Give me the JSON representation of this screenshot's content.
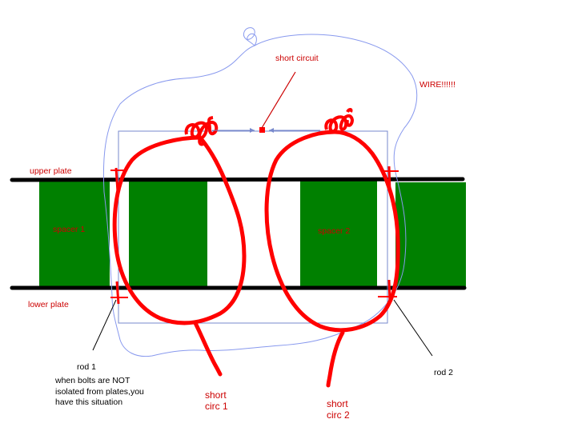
{
  "labels": {
    "upper_plate": "upper plate",
    "lower_plate": "lower plate",
    "spacer_1": "spacer 1",
    "spacer_2": "spacer 2",
    "short_circuit": "short circuit",
    "wire": "WIRE!!!!!!",
    "rod_1": "rod 1",
    "rod_2": "rod 2",
    "note_line_1": "when bolts are NOT",
    "note_line_2": "isolated from plates,you",
    "note_line_3": "have this situation",
    "short_circ_1_line_1": "short",
    "short_circ_1_line_2": "circ 1",
    "short_circ_2_line_1": "short",
    "short_circ_2_line_2": "circ 2"
  },
  "colors": {
    "plate": "#000000",
    "block": "#008000",
    "loop": "#ff0000",
    "wire": "#8899ee",
    "rod": "#7788cc",
    "label_red": "#cc0000",
    "label_black": "#000000"
  }
}
